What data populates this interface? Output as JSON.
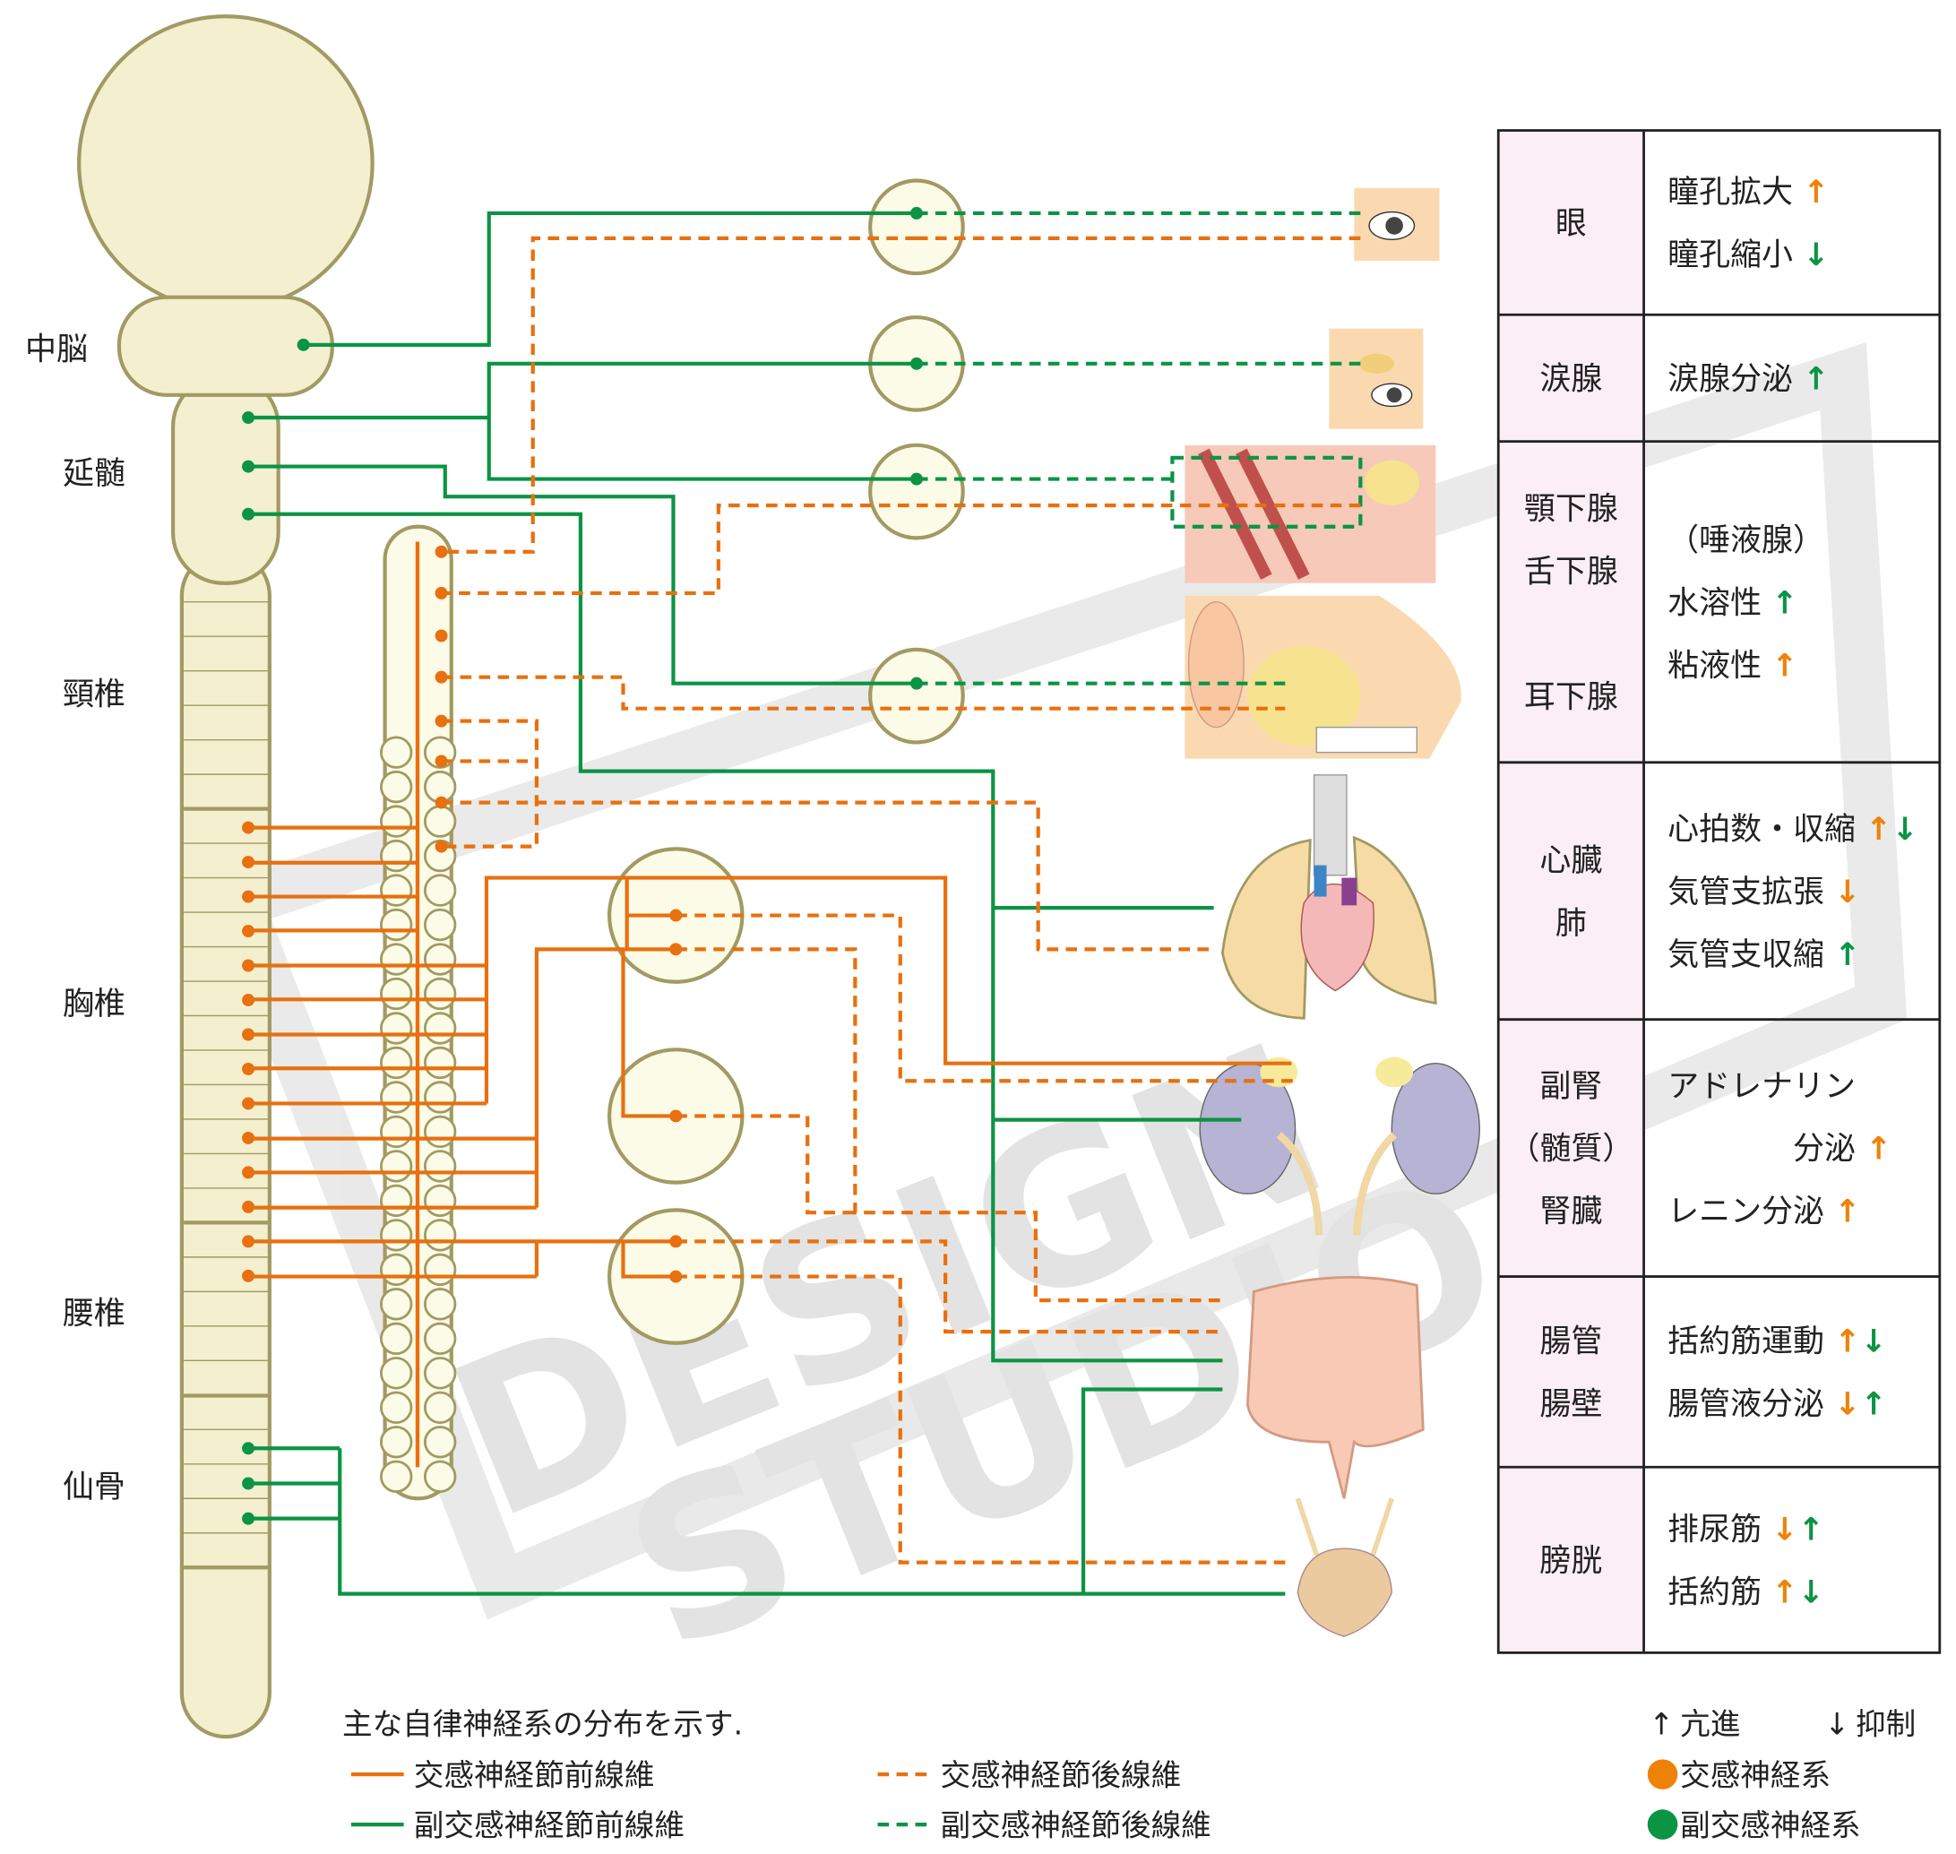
{
  "colors": {
    "sympathetic": "#e8700f",
    "parasympathetic": "#0b9444",
    "table_header_bg": "#fbeef4"
  },
  "watermark": "DESIGN STUDIO",
  "cns_labels": [
    "中脳",
    "延髄",
    "頸椎",
    "胸椎",
    "腰椎",
    "仙骨"
  ],
  "table": {
    "rows": [
      {
        "organs": [
          "眼"
        ],
        "effects": [
          {
            "text": "瞳孔拡大",
            "arrows": [
              [
                "↑",
                "s"
              ]
            ]
          },
          {
            "text": "瞳孔縮小",
            "arrows": [
              [
                "↓",
                "p"
              ]
            ]
          }
        ]
      },
      {
        "organs": [
          "涙腺"
        ],
        "effects": [
          {
            "text": "涙腺分泌",
            "arrows": [
              [
                "↑",
                "p"
              ]
            ]
          }
        ]
      },
      {
        "organs": [
          "顎下腺",
          "舌下腺",
          "",
          "耳下腺"
        ],
        "effects": [
          {
            "text": "（唾液腺）",
            "arrows": []
          },
          {
            "text": "水溶性",
            "arrows": [
              [
                "↑",
                "p"
              ]
            ]
          },
          {
            "text": "粘液性",
            "arrows": [
              [
                "↑",
                "s"
              ]
            ]
          }
        ]
      },
      {
        "organs": [
          "心臓",
          "肺"
        ],
        "effects": [
          {
            "text": "心拍数・収縮",
            "arrows": [
              [
                "↑",
                "s"
              ],
              [
                "↓",
                "p"
              ]
            ]
          },
          {
            "text": "気管支拡張",
            "arrows": [
              [
                "↓",
                "s"
              ]
            ]
          },
          {
            "text": "気管支収縮",
            "arrows": [
              [
                "↑",
                "p"
              ]
            ]
          }
        ]
      },
      {
        "organs": [
          "副腎",
          "（髄質）",
          "腎臓"
        ],
        "effects": [
          {
            "text": "アドレナリン",
            "arrows": []
          },
          {
            "text": "　　　　分泌",
            "arrows": [
              [
                "↑",
                "s"
              ]
            ]
          },
          {
            "text": "レニン分泌",
            "arrows": [
              [
                "↑",
                "s"
              ]
            ]
          }
        ]
      },
      {
        "organs": [
          "腸管",
          "腸壁"
        ],
        "effects": [
          {
            "text": "括約筋運動",
            "arrows": [
              [
                "↑",
                "s"
              ],
              [
                "↓",
                "p"
              ]
            ]
          },
          {
            "text": "腸管液分泌",
            "arrows": [
              [
                "↓",
                "s"
              ],
              [
                "↑",
                "p"
              ]
            ]
          }
        ]
      },
      {
        "organs": [
          "膀胱"
        ],
        "effects": [
          {
            "text": "排尿筋",
            "arrows": [
              [
                "↓",
                "s"
              ],
              [
                "↑",
                "p"
              ]
            ]
          },
          {
            "text": "括約筋",
            "arrows": [
              [
                "↑",
                "s"
              ],
              [
                "↓",
                "p"
              ]
            ]
          }
        ]
      }
    ]
  },
  "caption": "主な自律神経系の分布を示す.",
  "legend": {
    "sym_pre": "交感神経節前線維",
    "sym_post": "交感神経節後線維",
    "para_pre": "副交感神経節前線維",
    "para_post": "副交感神経節後線維",
    "up_symbol": "↑",
    "up_label": "亢進",
    "down_symbol": "↓",
    "down_label": "抑制",
    "sym_system": "交感神経系",
    "para_system": "副交感神経系"
  }
}
